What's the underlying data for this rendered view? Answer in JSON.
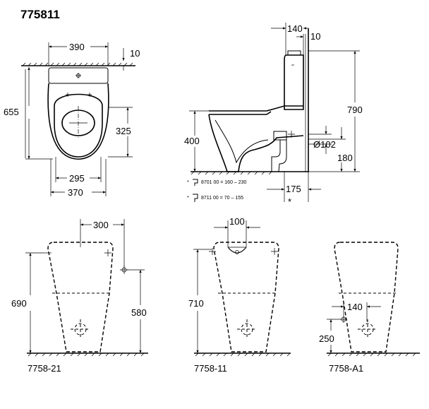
{
  "model_number": "775811",
  "plan": {
    "width_top": "390",
    "offset_top": "10",
    "depth": "655",
    "seat_from_wall": "325",
    "seat_width": "295",
    "base_width": "370"
  },
  "side": {
    "wall_offset": "140",
    "wall_gap": "10",
    "total_height": "790",
    "seat_height": "400",
    "outlet_diameter": "Ø102",
    "outlet_height": "180",
    "outlet_depth": "175",
    "note_1": "8701 00 = 160 – 230",
    "note_2": "8711 00 = 70 – 155",
    "asterisk": "*"
  },
  "variant_21": {
    "label": "7758-21",
    "inlet_offset": "300",
    "height": "690",
    "inlet_height": "580"
  },
  "variant_11": {
    "label": "7758-11",
    "inlet_width": "100",
    "height": "710"
  },
  "variant_a1": {
    "label": "7758-A1",
    "inlet_offset": "140",
    "inlet_height": "250"
  }
}
